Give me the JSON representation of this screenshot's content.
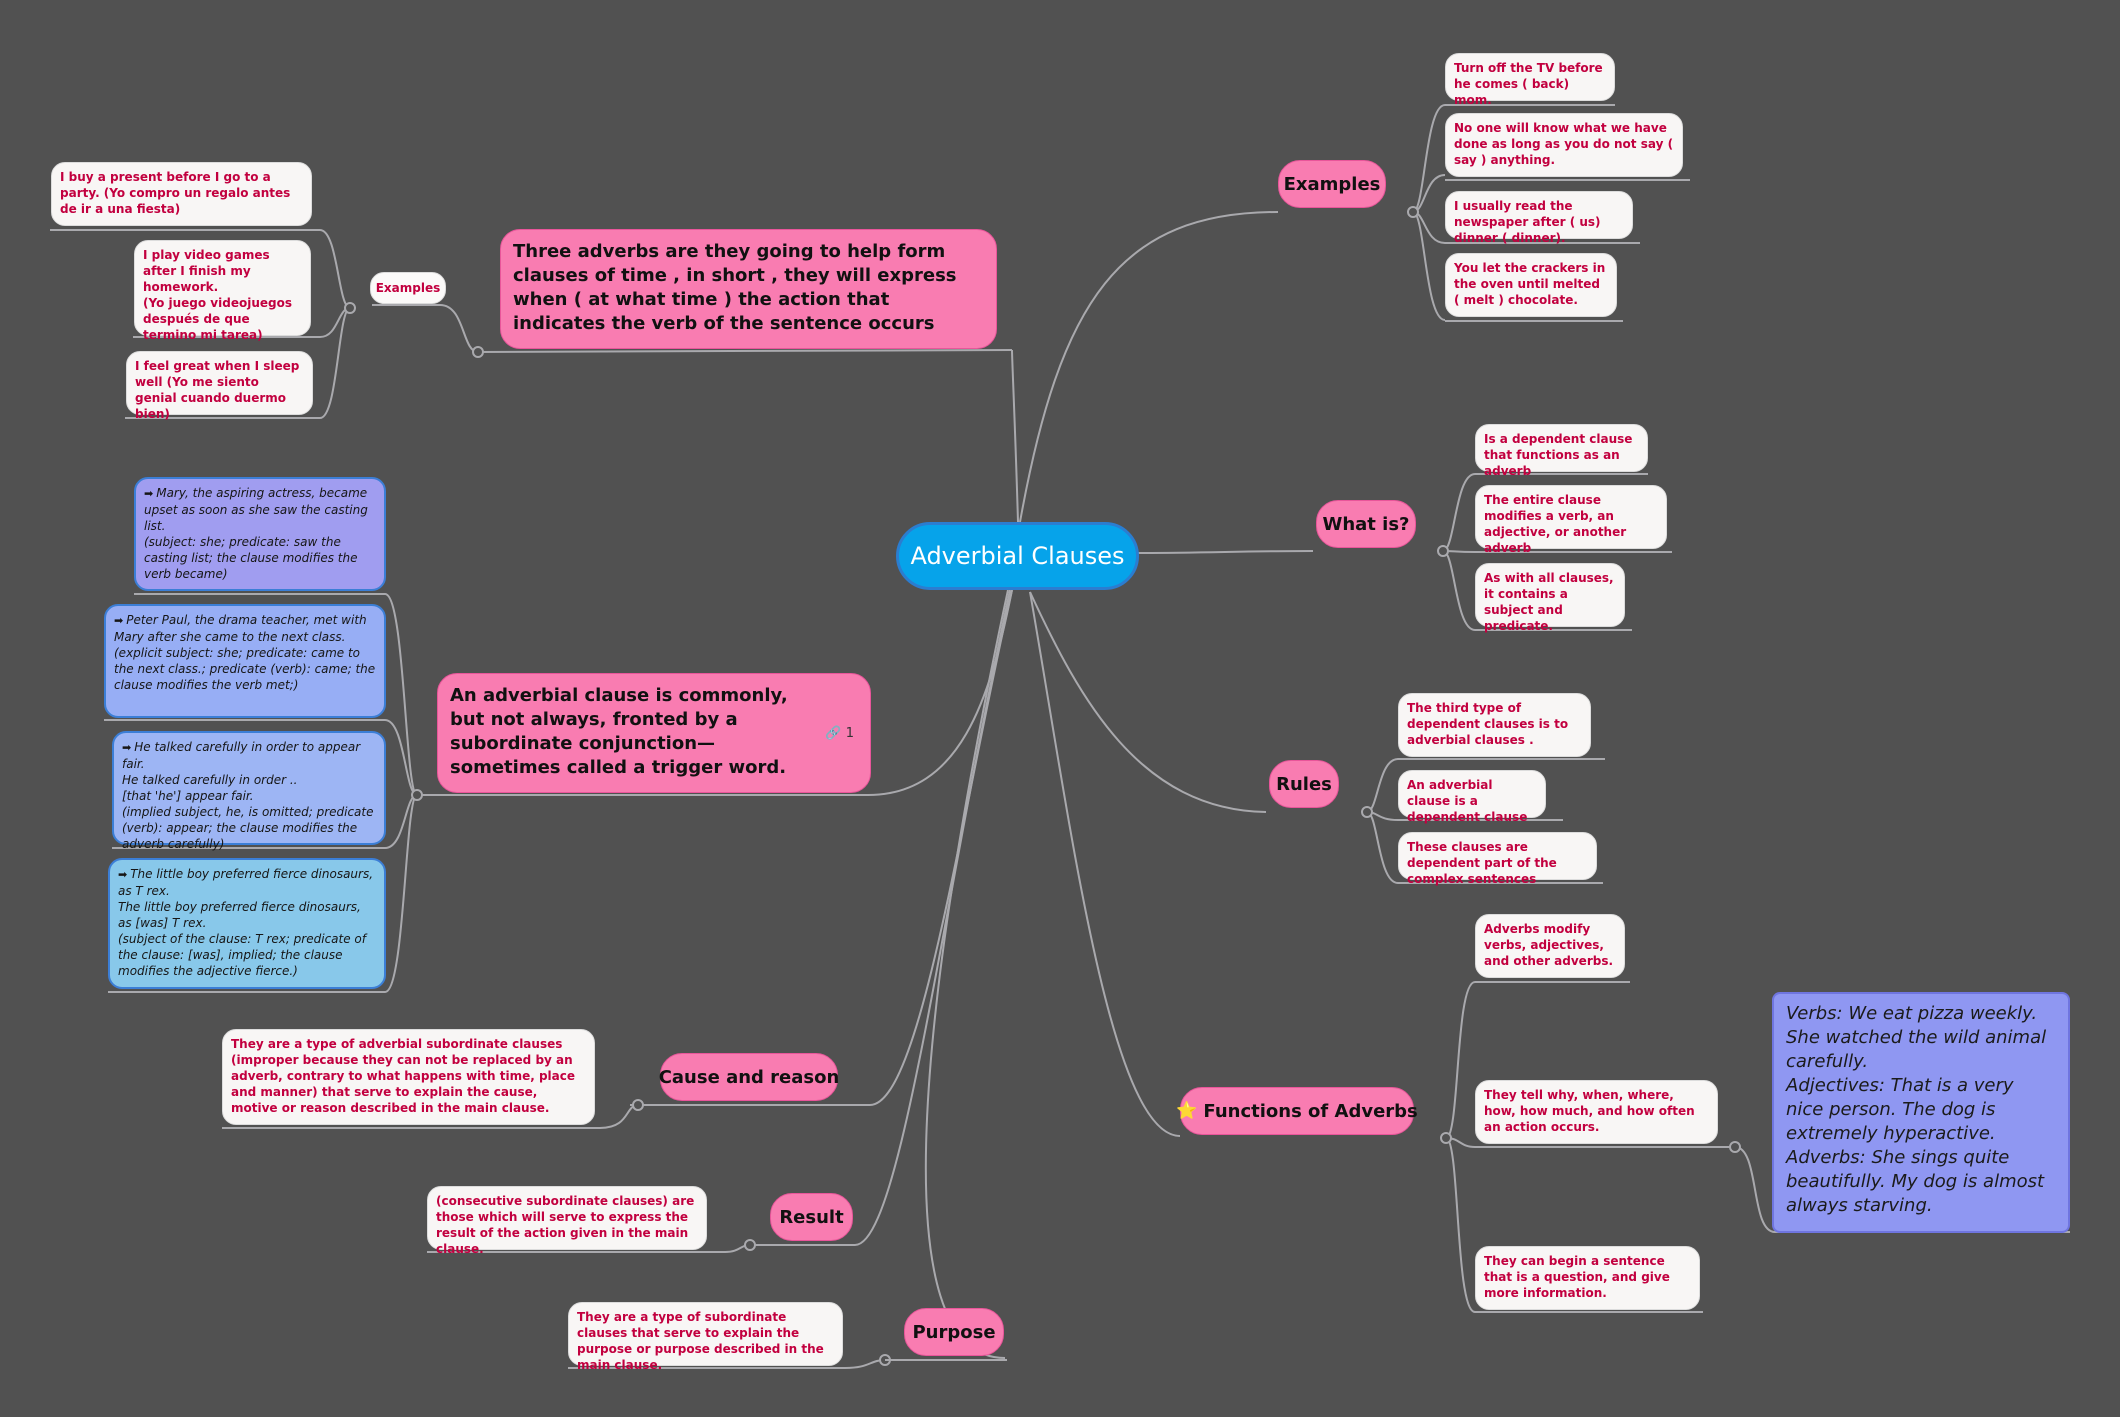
{
  "root": "Adverbial Clauses",
  "right": {
    "examples": {
      "label": "Examples",
      "items": [
        "Turn off the TV before he comes ( back) mom.",
        "No one will know what we have done as long as you do not say ( say ) anything.",
        "I usually read the newspaper after ( us) dinner ( dinner).",
        "You let the crackers in the oven until melted ( melt ) chocolate."
      ]
    },
    "what_is": {
      "label": "What is?",
      "items": [
        "Is a dependent clause that functions as an adverb",
        "The entire clause modifies a verb, an adjective, or another adverb",
        "As with all clauses, it contains a subject and predicate."
      ]
    },
    "rules": {
      "label": "Rules",
      "items": [
        "The third type of dependent clauses is to adverbial clauses .",
        "An adverbial clause is a dependent clause",
        "These clauses are dependent part of the complex sentences"
      ]
    },
    "functions": {
      "label": "Functions of Adverbs",
      "icon": "star-icon",
      "items": [
        "Adverbs modify verbs, adjectives, and other adverbs.",
        "They tell why, when, where, how, how much, and how often an action occurs.",
        "They can begin a sentence that is a question, and give more information."
      ],
      "note": "Verbs: We eat pizza weekly. She watched the wild animal carefully.\nAdjectives: That is a very nice person. The dog is extremely hyperactive.\nAdverbs: She sings quite beautifully. My dog is almost always starving."
    }
  },
  "left": {
    "three_adverbs": {
      "label": "Three adverbs are they going to help form clauses of time , in short , they will express when ( at what time ) the action that indicates the verb of the sentence occurs",
      "examples_label": "Examples",
      "items": [
        "I buy a present before I go to a party. (Yo compro un regalo antes de ir a una fiesta)",
        "I play video games after I finish my homework.\n(Yo juego videojuegos después de que termino mi tarea)",
        "I feel great when I sleep well (Yo me siento genial cuando duermo bien)"
      ]
    },
    "fronted": {
      "label": "An adverbial clause is commonly, but not always, fronted by a subordinate conjunction—sometimes called a trigger word.",
      "link_count": "1",
      "notes": [
        "Mary, the aspiring actress, became upset as soon as she saw the casting list.\n(subject: she; predicate: saw the casting list; the clause modifies the verb became)",
        "Peter Paul, the drama teacher, met with Mary after she came to the next class.\n(explicit subject: she; predicate: came to the next class.; predicate (verb): came; the clause modifies the verb met;)",
        "He talked carefully in order to appear fair.\nHe talked carefully in order ..\n[that 'he'] appear fair.\n(implied subject, he, is omitted; predicate (verb): appear; the clause modifies the adverb carefully)",
        "The little boy preferred fierce dinosaurs, as T rex.\nThe little boy preferred fierce dinosaurs, as [was] T rex.\n(subject of the clause: T rex; predicate of the clause: [was], implied; the clause modifies the adjective fierce.)"
      ],
      "note_colors": [
        "#a09df0",
        "#97aef5",
        "#9db5f4",
        "#88c8ea"
      ]
    },
    "cause": {
      "label": "Cause and reason",
      "item": "They are a type of adverbial subordinate clauses (improper because they can not be replaced by an adverb, contrary to what happens with time, place and manner) that serve to explain the cause, motive or reason described in the main clause."
    },
    "result": {
      "label": "Result",
      "item": "(consecutive subordinate clauses) are those which will serve to express the result of the action given in the main clause."
    },
    "purpose": {
      "label": "Purpose",
      "item": "They are a type of subordinate clauses that serve to explain the purpose or purpose described in the main clause."
    }
  }
}
